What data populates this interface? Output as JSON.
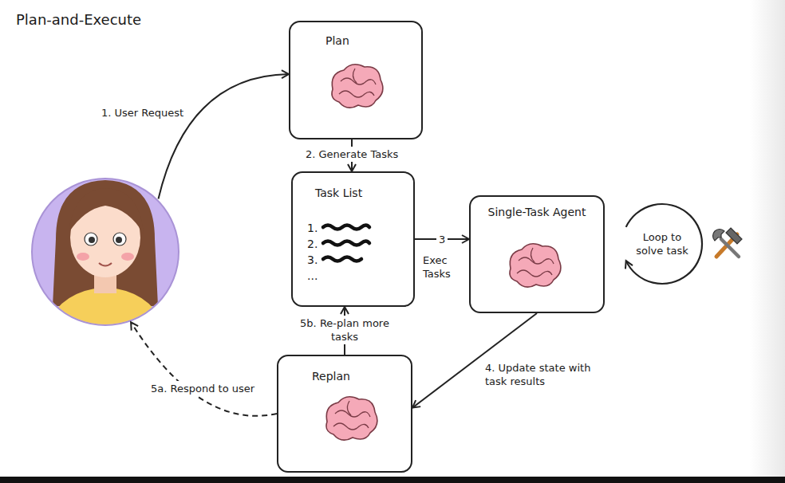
{
  "diagram": {
    "title": "Plan-and-Execute",
    "nodes": [
      {
        "text": [
          "Plan"
        ]
      },
      {
        "text": [
          "Task List",
          "1.",
          "2.",
          "3.",
          "..."
        ]
      },
      {
        "text": [
          "Single-Task Agent"
        ]
      },
      {
        "text": [
          "Replan"
        ]
      },
      {
        "text": []
      }
    ],
    "edges": [
      {
        "from": 4,
        "to": 0,
        "label": "1. User Request",
        "arrow": "to"
      },
      {
        "from": 0,
        "to": 1,
        "label": "2. Generate Tasks",
        "arrow": "to"
      },
      {
        "from": 1,
        "to": 2,
        "label": "3",
        "arrow": "to"
      },
      {
        "from": 2,
        "to": 3,
        "label": "4. Update state with task results",
        "arrow": "to"
      },
      {
        "from": 3,
        "to": 1,
        "label": "5b. Re-plan more tasks",
        "arrow": "to"
      },
      {
        "from": 3,
        "to": 4,
        "label": "5a. Respond to user",
        "arrow": "to"
      }
    ],
    "labels": [
      "Exec Tasks",
      "Loop to solve task"
    ]
  }
}
